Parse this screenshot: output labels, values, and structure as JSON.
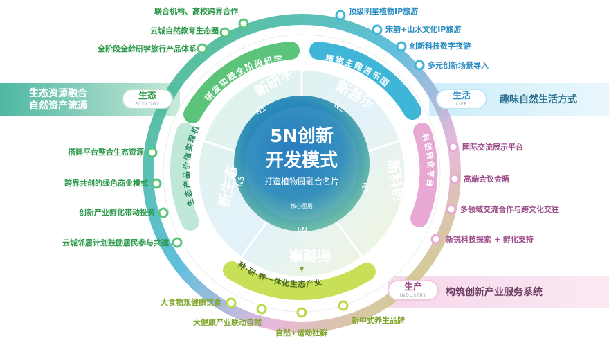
{
  "center": {
    "title_line1": "5N创新",
    "title_line2": "开发模式",
    "subtitle": "打造植物园融合名片",
    "core_label": "核心圈层"
  },
  "sectors": [
    {
      "name": "新研学",
      "code": "N1",
      "band": "研发实践全阶段研学"
    },
    {
      "name": "新游乐",
      "code": "N2",
      "band": "植物主题游乐园"
    },
    {
      "name": "新科创",
      "code": "N3",
      "band": "科创转化平台"
    },
    {
      "name": "新健康",
      "code": "N4",
      "band": "种·研·养一体化生态产业"
    },
    {
      "name": "新生态",
      "code": "N5",
      "band": "生态产品价值实现机制"
    }
  ],
  "categories": {
    "ecology": {
      "zh": "生态",
      "en": "ECOLOGY",
      "desc_line1": "生态资源融合",
      "desc_line2": "自然资产流通"
    },
    "life": {
      "zh": "生活",
      "en": "LIFE",
      "desc": "趣味自然生活方式"
    },
    "industry": {
      "zh": "生产",
      "en": "INDUSTRY",
      "desc": "构筑创新产业服务系统"
    }
  },
  "labels": {
    "study": [
      "联合机构、高校跨界合作",
      "云城自然教育生态圈",
      "全阶段全龄研学旅行产品体系"
    ],
    "play": [
      "顶级明星植物IP旅游",
      "宋韵+山水文化IP旅游",
      "创新科技数字夜游",
      "多元创新场景导入"
    ],
    "innov": [
      "国际交流展示平台",
      "高端会议会晤",
      "多领域交流合作与跨文化交往",
      "新锐科技探索 + 孵化支持"
    ],
    "health": [
      "大食物观健康饮食",
      "大健康产业联动自然",
      "自然+运动社群",
      "新中式养生品牌"
    ],
    "eco": [
      "搭建平台整合生态资源",
      "跨界共创的绿色商业模式",
      "创新产业孵化带动投资",
      "云城邻居计划鼓励居民参与共建"
    ]
  },
  "colors": {
    "green": "#5cc47a",
    "lime": "#b9d94a",
    "cyan": "#3fb6d8",
    "pink": "#e7a9d3",
    "blue_dark": "#1f6fb2",
    "teal_band": "#7fc8a6",
    "text_green": "#2e9a4c",
    "text_blue": "#2a8cc2",
    "text_pink": "#9c4d8a",
    "text_lime": "#7fa62a"
  }
}
